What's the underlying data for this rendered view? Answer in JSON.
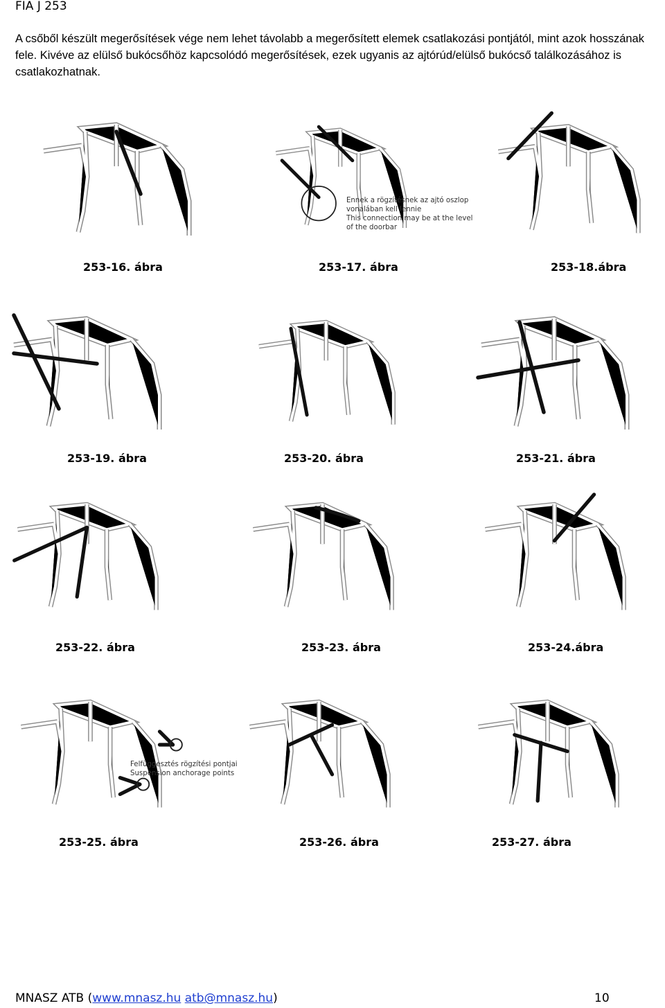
{
  "header": {
    "title": "FIA J 253"
  },
  "body": {
    "paragraph": "A csőből készült megerősítések vége nem lehet távolabb a megerősített elemek csatlakozási pontjától, mint azok hosszának fele. Kivéve az elülső bukócsőhöz kapcsolódó megerősítések, ezek ugyanis az ajtórúd/elülső bukócső találkozásához is csatlakozhatnak."
  },
  "figures": [
    {
      "caption": "253-16. ábra"
    },
    {
      "caption": "253-17. ábra",
      "note_hu_1": "Ennek a rögzítésnek az ajtó oszlop",
      "note_hu_2": "vonalában kell lennie",
      "note_en_1": "This connection may be at the level",
      "note_en_2": "of the doorbar"
    },
    {
      "caption": "253-18.ábra"
    },
    {
      "caption": "253-19. ábra"
    },
    {
      "caption": "253-20. ábra"
    },
    {
      "caption": "253-21. ábra"
    },
    {
      "caption": "253-22. ábra"
    },
    {
      "caption": "253-23. ábra"
    },
    {
      "caption": "253-24.ábra"
    },
    {
      "caption": "253-25. ábra",
      "note_hu": "Felfüggesztés rögzítési pontjai",
      "note_en": "Suspension anchorage points"
    },
    {
      "caption": "253-26. ábra"
    },
    {
      "caption": "253-27. ábra"
    }
  ],
  "footer": {
    "org": "MNASZ ATB",
    "open_paren": "(",
    "website": "www.mnasz.hu",
    "email": "atb@mnasz.hu",
    "close_paren": ")",
    "page_number": "10"
  }
}
